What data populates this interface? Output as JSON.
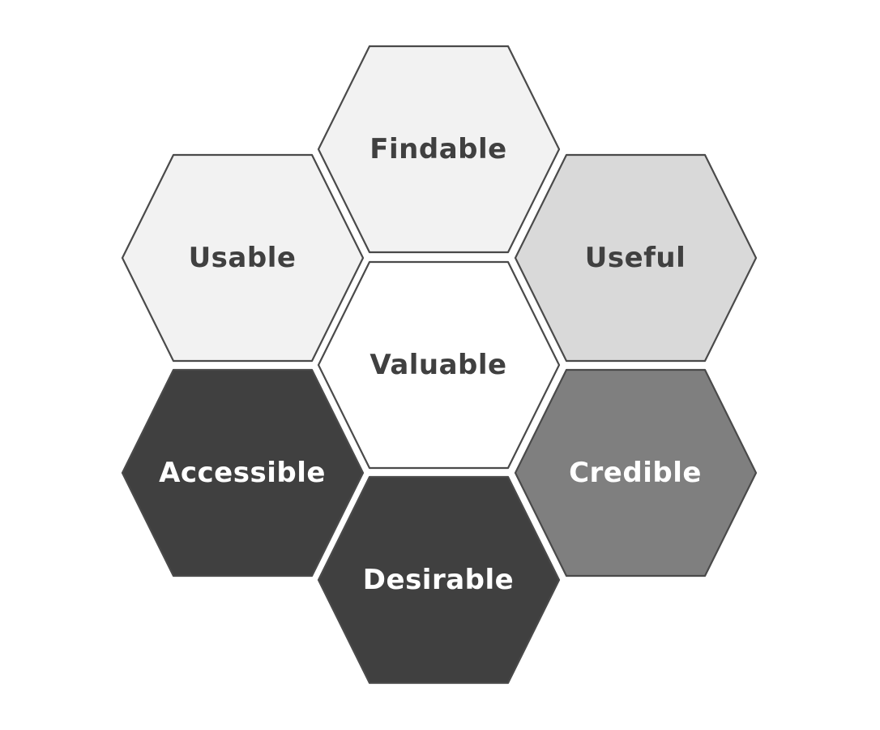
{
  "diagram": {
    "hexagons": [
      {
        "id": "findable",
        "label": "Findable",
        "fill": "#f2f2f2",
        "text_color": "#404040"
      },
      {
        "id": "usable",
        "label": "Usable",
        "fill": "#f2f2f2",
        "text_color": "#404040"
      },
      {
        "id": "useful",
        "label": "Useful",
        "fill": "#d9d9d9",
        "text_color": "#404040"
      },
      {
        "id": "valuable",
        "label": "Valuable",
        "fill": "#ffffff",
        "text_color": "#404040"
      },
      {
        "id": "accessible",
        "label": "Accessible",
        "fill": "#404040",
        "text_color": "#ffffff"
      },
      {
        "id": "credible",
        "label": "Credible",
        "fill": "#7f7f7f",
        "text_color": "#ffffff"
      },
      {
        "id": "desirable",
        "label": "Desirable",
        "fill": "#404040",
        "text_color": "#ffffff"
      }
    ]
  }
}
